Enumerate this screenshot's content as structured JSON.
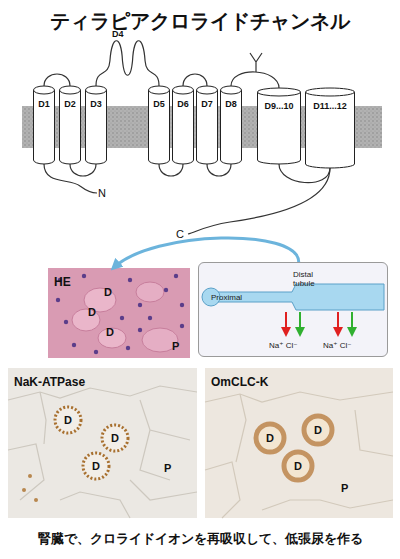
{
  "diagram": {
    "title": "ティラピアクロライドチャンネル",
    "caption": "腎臓で、クロライドイオンを再吸収して、低張尿を作る",
    "nodes": [
      {
        "text": [
          "D1"
        ]
      },
      {
        "text": [
          "D2"
        ]
      },
      {
        "text": [
          "D3"
        ]
      },
      {
        "text": [
          "D5"
        ]
      },
      {
        "text": [
          "D6"
        ]
      },
      {
        "text": [
          "D7"
        ]
      },
      {
        "text": [
          "D8"
        ]
      },
      {
        "text": [
          "D9...10"
        ]
      },
      {
        "text": [
          "D11...12"
        ]
      },
      {
        "text": [
          "HE",
          "D",
          "D",
          "D",
          "P"
        ]
      },
      {
        "text": [
          "Proximal",
          "Distal tubule",
          "Na⁺ Cl⁻",
          "Na⁺ Cl⁻"
        ]
      },
      {
        "text": [
          "NaK-ATPase",
          "D",
          "D",
          "D",
          "P"
        ]
      },
      {
        "text": [
          "OmCLC-K",
          "D",
          "D",
          "D",
          "P"
        ]
      }
    ],
    "edges": [
      {
        "from": 0,
        "to": 1,
        "arrow": "none"
      },
      {
        "from": 1,
        "to": 2,
        "arrow": "none"
      },
      {
        "from": 2,
        "to": 3,
        "arrow": "none"
      },
      {
        "from": 3,
        "to": 4,
        "arrow": "none"
      },
      {
        "from": 4,
        "to": 5,
        "arrow": "none"
      },
      {
        "from": 5,
        "to": 6,
        "arrow": "none"
      },
      {
        "from": 6,
        "to": 7,
        "arrow": "none"
      },
      {
        "from": 7,
        "to": 8,
        "arrow": "none"
      },
      {
        "from": 10,
        "to": 9,
        "arrow": "to"
      }
    ],
    "labels": [
      "D4",
      "N",
      "C"
    ]
  }
}
